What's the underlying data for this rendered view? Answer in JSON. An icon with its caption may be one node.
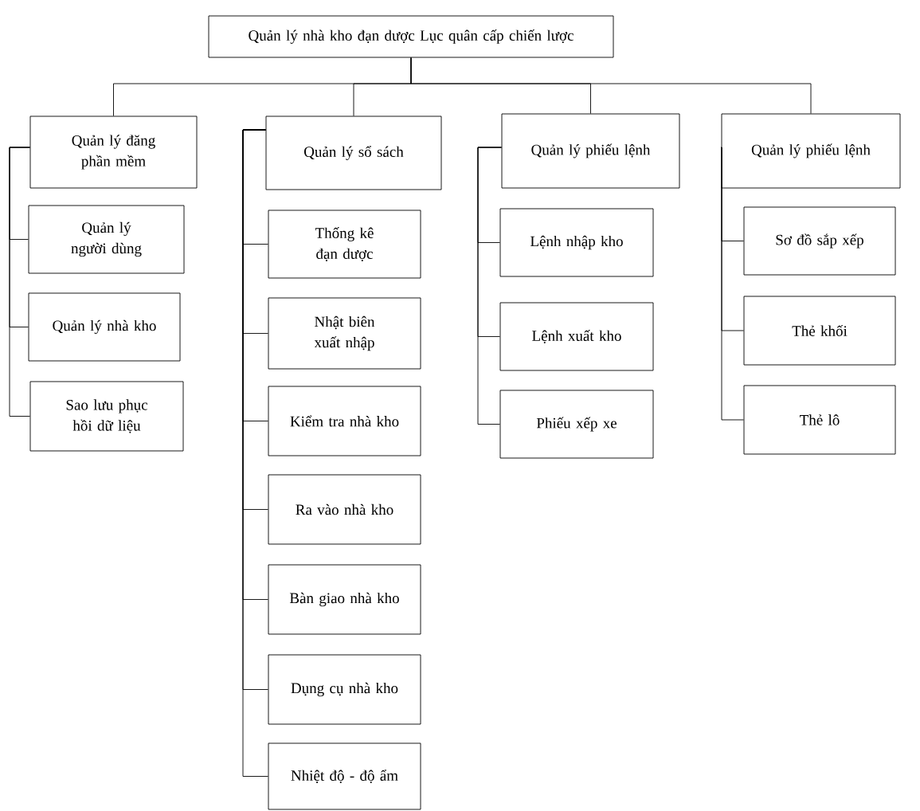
{
  "diagram": {
    "nodes": [
      {
        "text": [
          "Quản lý nhà kho đạn dược Lục quân cấp chiến lược"
        ]
      },
      {
        "text": [
          "Quản lý đăng phần mềm"
        ]
      },
      {
        "text": [
          "Quản lý người dùng"
        ]
      },
      {
        "text": [
          "Quản lý nhà kho"
        ]
      },
      {
        "text": [
          "Sao lưu phục hồi dữ liệu"
        ]
      },
      {
        "text": [
          "Quản lý sổ sách"
        ]
      },
      {
        "text": [
          "Thống kê đạn dược"
        ]
      },
      {
        "text": [
          "Nhật biên xuất nhập"
        ]
      },
      {
        "text": [
          "Kiểm tra nhà kho"
        ]
      },
      {
        "text": [
          "Ra vào nhà kho"
        ]
      },
      {
        "text": [
          "Bàn giao nhà kho"
        ]
      },
      {
        "text": [
          "Dụng cụ nhà kho"
        ]
      },
      {
        "text": [
          "Nhiệt độ - độ ẩm"
        ]
      },
      {
        "text": [
          "Quản lý phiếu lệnh"
        ]
      },
      {
        "text": [
          "Lệnh nhập kho"
        ]
      },
      {
        "text": [
          "Lệnh xuất kho"
        ]
      },
      {
        "text": [
          "Phiếu xếp xe"
        ]
      },
      {
        "text": [
          "Quản lý phiếu lệnh"
        ]
      },
      {
        "text": [
          "Sơ đồ sắp xếp"
        ]
      },
      {
        "text": [
          "Thẻ khối"
        ]
      },
      {
        "text": [
          "Thẻ lô"
        ]
      }
    ],
    "edges": [
      {
        "from": 0,
        "to": 1,
        "arrow": "none"
      },
      {
        "from": 0,
        "to": 5,
        "arrow": "none"
      },
      {
        "from": 0,
        "to": 13,
        "arrow": "none"
      },
      {
        "from": 0,
        "to": 17,
        "arrow": "none"
      },
      {
        "from": 1,
        "to": 2,
        "arrow": "none"
      },
      {
        "from": 1,
        "to": 3,
        "arrow": "none"
      },
      {
        "from": 1,
        "to": 4,
        "arrow": "none"
      },
      {
        "from": 5,
        "to": 6,
        "arrow": "none"
      },
      {
        "from": 5,
        "to": 7,
        "arrow": "none"
      },
      {
        "from": 5,
        "to": 8,
        "arrow": "none"
      },
      {
        "from": 5,
        "to": 9,
        "arrow": "none"
      },
      {
        "from": 5,
        "to": 10,
        "arrow": "none"
      },
      {
        "from": 5,
        "to": 11,
        "arrow": "none"
      },
      {
        "from": 5,
        "to": 12,
        "arrow": "none"
      },
      {
        "from": 13,
        "to": 14,
        "arrow": "none"
      },
      {
        "from": 13,
        "to": 15,
        "arrow": "none"
      },
      {
        "from": 13,
        "to": 16,
        "arrow": "none"
      },
      {
        "from": 17,
        "to": 18,
        "arrow": "none"
      },
      {
        "from": 17,
        "to": 19,
        "arrow": "none"
      },
      {
        "from": 17,
        "to": 20,
        "arrow": "none"
      }
    ]
  }
}
